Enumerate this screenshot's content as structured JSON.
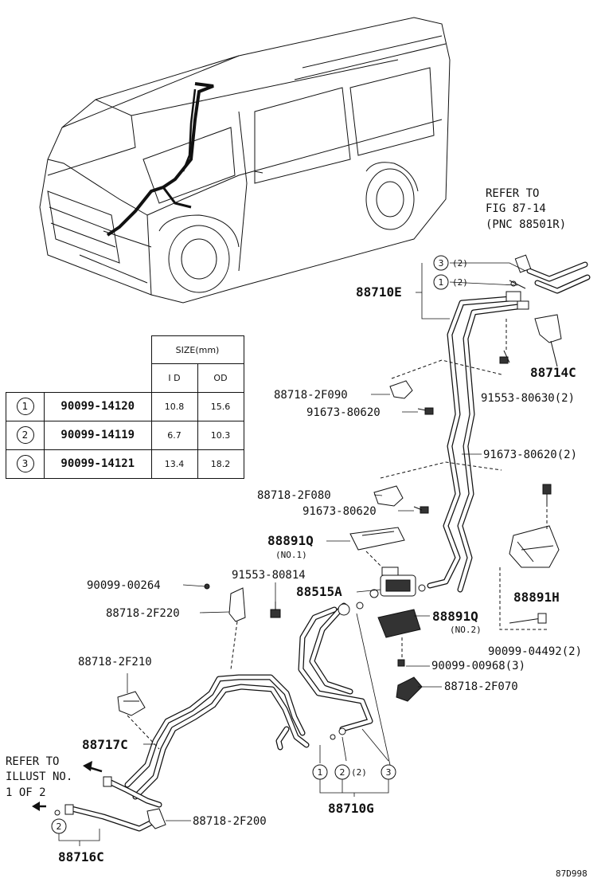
{
  "labels": {
    "refer_fig_1": "REFER TO",
    "refer_fig_2": "FIG 87-14",
    "refer_fig_3": "(PNC 88501R)",
    "p88710E": "88710E",
    "p88714C": "88714C",
    "p91553_80630": "91553-80630(2)",
    "p88718_2F090": "88718-2F090",
    "p91673_80620_a": "91673-80620",
    "p91673_80620_b": "91673-80620(2)",
    "p88718_2F080": "88718-2F080",
    "p91673_80620_c": "91673-80620",
    "p88891Q_1": "88891Q",
    "no1": "(NO.1)",
    "p88891H": "88891H",
    "p90099_00264": "90099-00264",
    "p91553_80814": "91553-80814",
    "p88515A": "88515A",
    "p88718_2F220": "88718-2F220",
    "p88891Q_2": "88891Q",
    "no2": "(NO.2)",
    "p90099_04492": "90099-04492(2)",
    "p90099_00968": "90099-00968(3)",
    "p88718_2F210": "88718-2F210",
    "p88718_2F070": "88718-2F070",
    "p88717C": "88717C",
    "refer_illust_1": "REFER TO",
    "refer_illust_2": "ILLUST NO.",
    "refer_illust_3": "1 OF 2",
    "p88718_2F200": "88718-2F200",
    "p88710G": "88710G",
    "p88716C": "88716C",
    "diagram_code": "87D998",
    "c1": "1",
    "c2": "2",
    "c3": "3",
    "qty2": "(2)"
  },
  "table": {
    "size_header": "SIZE(mm)",
    "id_header": "I D",
    "od_header": "OD",
    "rows": [
      {
        "mark": "1",
        "part": "90099-14120",
        "id": "10.8",
        "od": "15.6"
      },
      {
        "mark": "2",
        "part": "90099-14119",
        "id": "6.7",
        "od": "10.3"
      },
      {
        "mark": "3",
        "part": "90099-14121",
        "id": "13.4",
        "od": "18.2"
      }
    ]
  }
}
